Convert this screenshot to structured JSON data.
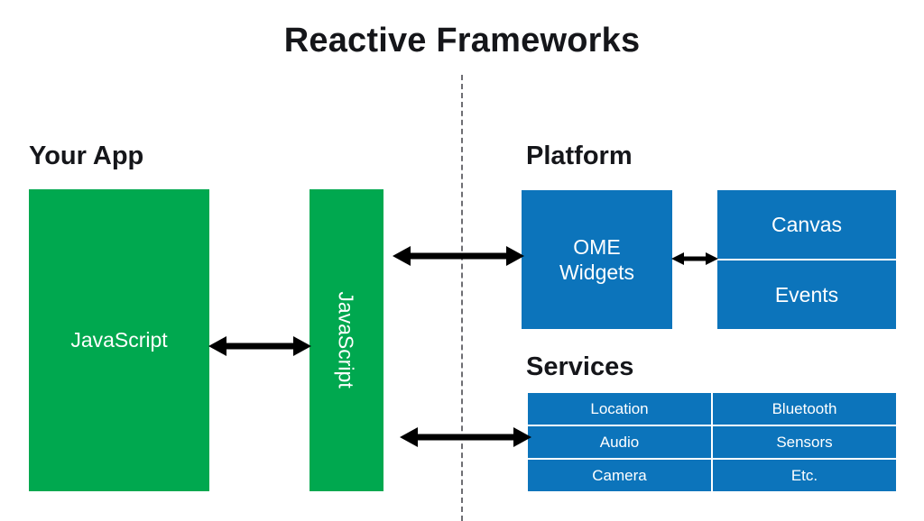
{
  "title": "Reactive Frameworks",
  "sections": {
    "your_app": "Your App",
    "platform": "Platform",
    "services": "Services"
  },
  "colors": {
    "green": "#00a84f",
    "blue": "#0c74bb",
    "text_dark": "#15161a",
    "divider": "#6e6e73",
    "background": "#ffffff"
  },
  "boxes": {
    "app_js": "JavaScript",
    "bridge_js": "JavaScript",
    "ome_widgets": "OME\nWidgets",
    "ome_widgets_line1": "OME",
    "ome_widgets_line2": "Widgets",
    "canvas": "Canvas",
    "events": "Events"
  },
  "services": [
    {
      "left": "Location",
      "right": "Bluetooth"
    },
    {
      "left": "Audio",
      "right": "Sensors"
    },
    {
      "left": "Camera",
      "right": "Etc."
    }
  ],
  "connectors": [
    {
      "name": "app-to-bridge",
      "style": "double-headed"
    },
    {
      "name": "bridge-to-ome",
      "style": "double-headed"
    },
    {
      "name": "bridge-to-services",
      "style": "double-headed"
    },
    {
      "name": "ome-to-canvas",
      "style": "double-headed"
    }
  ],
  "divider": {
    "style": "dashed-vertical"
  }
}
